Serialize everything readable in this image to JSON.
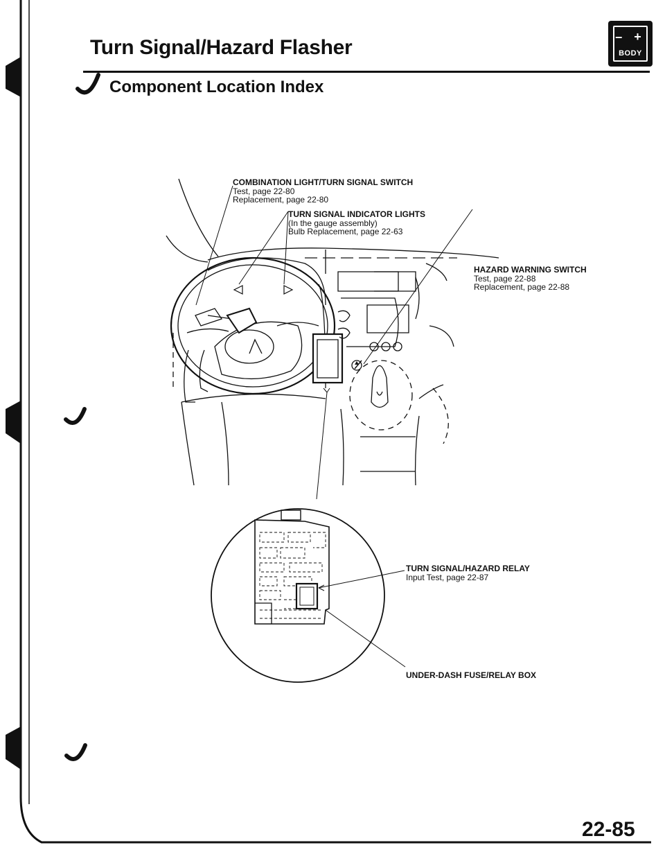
{
  "header": {
    "title": "Turn Signal/Hazard Flasher",
    "section_title": "Component Location Index",
    "badge_sign": "– +",
    "badge_text": "BODY"
  },
  "callouts": {
    "combination_switch": {
      "heading": "COMBINATION LIGHT/TURN SIGNAL SWITCH",
      "lines": [
        "Test, page 22-80",
        "Replacement, page 22-80"
      ]
    },
    "indicator_lights": {
      "heading": "TURN SIGNAL INDICATOR LIGHTS",
      "lines": [
        "(In the gauge assembly)",
        "Bulb Replacement, page 22-63"
      ]
    },
    "hazard_switch": {
      "heading": "HAZARD WARNING SWITCH",
      "lines": [
        "Test, page 22-88",
        "Replacement, page 22-88"
      ]
    },
    "relay": {
      "heading": "TURN SIGNAL/HAZARD RELAY",
      "lines": [
        "Input Test, page 22-87"
      ]
    },
    "fuse_box": {
      "heading": "UNDER-DASH FUSE/RELAY BOX"
    }
  },
  "page_number": "22-85"
}
